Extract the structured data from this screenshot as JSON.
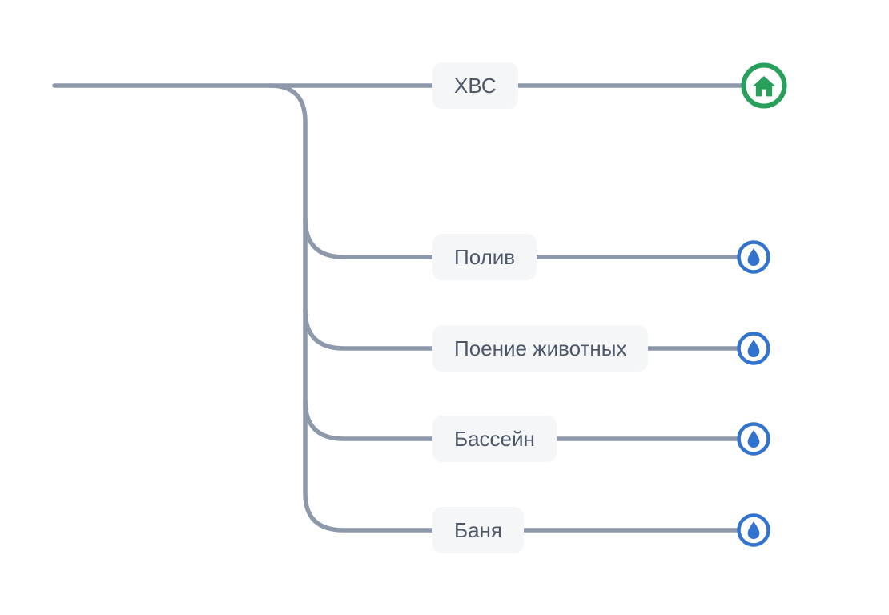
{
  "colors": {
    "connector": "#8D99AA",
    "root_icon": "#28A05C",
    "child_icon": "#3273CE",
    "label_bg": "#F4F6F8",
    "label_text": "#4D5768"
  },
  "diagram": {
    "root": {
      "label": "ХВС",
      "icon": "home-icon"
    },
    "children": [
      {
        "label": "Полив",
        "icon": "water-drop-icon"
      },
      {
        "label": "Поение животных",
        "icon": "water-drop-icon"
      },
      {
        "label": "Бассейн",
        "icon": "water-drop-icon"
      },
      {
        "label": "Баня",
        "icon": "water-drop-icon"
      }
    ]
  }
}
